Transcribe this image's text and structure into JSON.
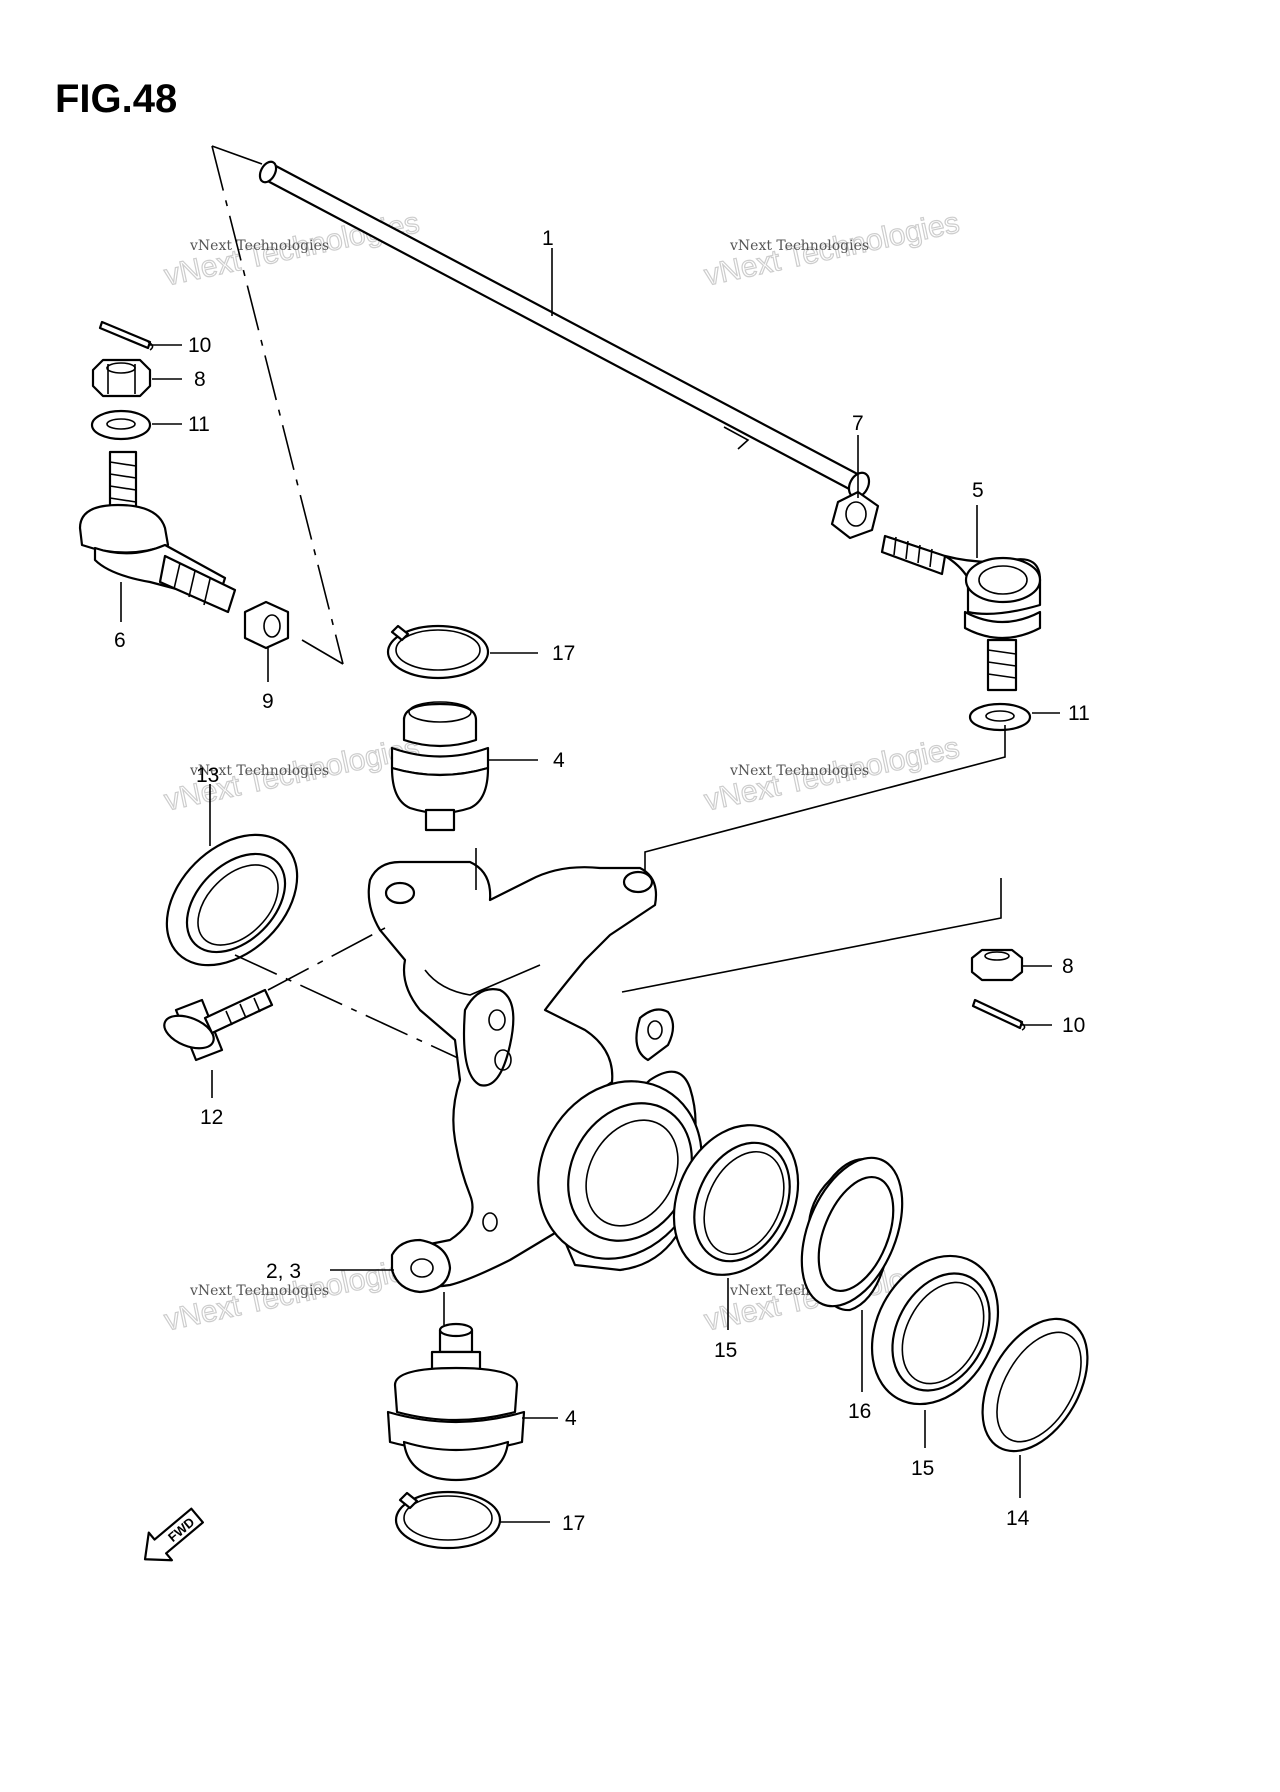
{
  "figure": {
    "title": "FIG.48"
  },
  "watermark": {
    "line1": "vNext Technologies",
    "line2": "vNext Technologies"
  },
  "fwd_marker": {
    "text": "FWD"
  },
  "callouts": [
    {
      "id": "c1",
      "label": "1"
    },
    {
      "id": "c4a",
      "label": "4"
    },
    {
      "id": "c4b",
      "label": "4"
    },
    {
      "id": "c5",
      "label": "5"
    },
    {
      "id": "c6",
      "label": "6"
    },
    {
      "id": "c7",
      "label": "7"
    },
    {
      "id": "c8a",
      "label": "8"
    },
    {
      "id": "c8b",
      "label": "8"
    },
    {
      "id": "c9",
      "label": "9"
    },
    {
      "id": "c10a",
      "label": "10"
    },
    {
      "id": "c10b",
      "label": "10"
    },
    {
      "id": "c11a",
      "label": "11"
    },
    {
      "id": "c11b",
      "label": "11"
    },
    {
      "id": "c12",
      "label": "12"
    },
    {
      "id": "c13",
      "label": "13"
    },
    {
      "id": "c14",
      "label": "14"
    },
    {
      "id": "c15a",
      "label": "15"
    },
    {
      "id": "c15b",
      "label": "15"
    },
    {
      "id": "c16",
      "label": "16"
    },
    {
      "id": "c17a",
      "label": "17"
    },
    {
      "id": "c17b",
      "label": "17"
    },
    {
      "id": "c23",
      "label": "2, 3"
    }
  ]
}
